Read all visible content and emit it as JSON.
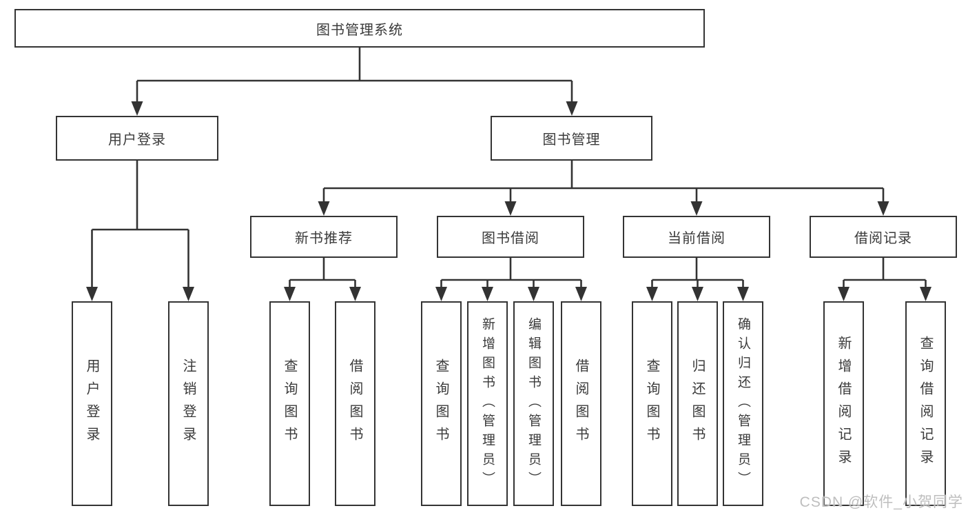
{
  "diagram": {
    "root": {
      "label": "图书管理系统"
    },
    "branches": [
      {
        "label": "用户登录",
        "children": [
          {
            "label": "用户登录"
          },
          {
            "label": "注销登录"
          }
        ]
      },
      {
        "label": "图书管理",
        "children": [
          {
            "label": "新书推荐",
            "children": [
              {
                "label": "查询图书"
              },
              {
                "label": "借阅图书"
              }
            ]
          },
          {
            "label": "图书借阅",
            "children": [
              {
                "label": "查询图书"
              },
              {
                "label": "新增图书（管理员）"
              },
              {
                "label": "编辑图书（管理员）"
              },
              {
                "label": "借阅图书"
              }
            ]
          },
          {
            "label": "当前借阅",
            "children": [
              {
                "label": "查询图书"
              },
              {
                "label": "归还图书"
              },
              {
                "label": "确认归还（管理员）"
              }
            ]
          },
          {
            "label": "借阅记录",
            "children": [
              {
                "label": "新增借阅记录"
              },
              {
                "label": "查询借阅记录"
              }
            ]
          }
        ]
      }
    ]
  },
  "watermark": {
    "text": "CSDN @软件_小贺同学"
  },
  "colors": {
    "line": "#333333",
    "box_border": "#333333",
    "text": "#3a3a3a",
    "watermark": "#bababa",
    "background": "#ffffff"
  }
}
